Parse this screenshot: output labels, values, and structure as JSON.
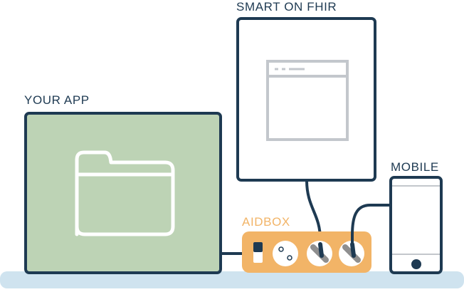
{
  "labels": {
    "smart_on_fhir": "SMART ON FHIR",
    "your_app": "YOUR APP",
    "mobile": "MOBILE",
    "aidbox": "AIDBOX"
  },
  "colors": {
    "outline": "#1e3a52",
    "app_fill": "#bdd3b5",
    "aidbox_fill": "#f2b467",
    "aidbox_label": "#f2b467",
    "floor": "#cfe3ef",
    "browser_icon": "#c3c7cc",
    "folder_icon": "#ffffff",
    "plug_grey": "#8f8f8f"
  },
  "icons": {
    "app_icon": "folder-icon",
    "smart_icon": "browser-window-icon",
    "mobile_icon": "home-button-icon"
  }
}
